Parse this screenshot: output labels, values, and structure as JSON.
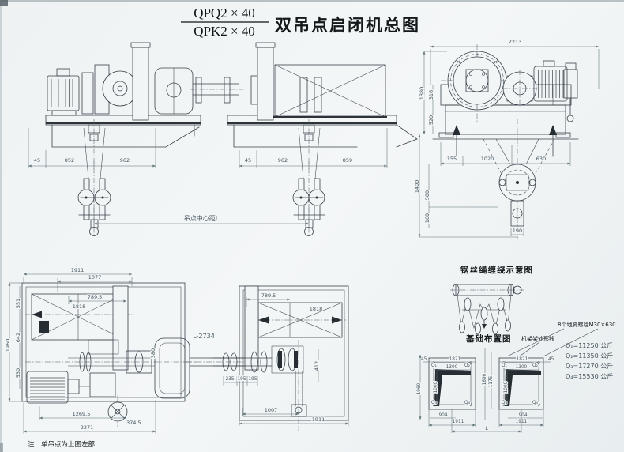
{
  "title_block": {
    "model_upper": "QPQ2 × 40",
    "model_lower": "QPK2 × 40",
    "drawing_title": "双吊点启闭机总图"
  },
  "front_view": {
    "dims_left": [
      "45",
      "852",
      "962"
    ],
    "dims_right": [
      "45",
      "962",
      "859"
    ],
    "center_distance_label": "吊点中心距L"
  },
  "side_view": {
    "dim_width": "2213",
    "dims_vertical": [
      "1380",
      "316",
      "520",
      "1400",
      "500",
      "160"
    ],
    "dims_bottom": [
      "155",
      "1020",
      "630"
    ],
    "dim_hook_width": "190"
  },
  "plan_view": {
    "left_unit": {
      "dim_width": "1911",
      "dim_inner": "1077",
      "dim_drum_half": "789.5",
      "drum_length_label": "1818",
      "dims_vertical": [
        "1960",
        "551",
        "642",
        "530"
      ],
      "dim_coupling": "380",
      "dim_base": "1269.5",
      "dim_overall": "2271",
      "dim_sheave": "374.5"
    },
    "shaft_label": "L-2734",
    "right_unit": {
      "dim_drum_half": "789.5",
      "drum_length_label": "1818",
      "dims_couplings": [
        "235",
        "195",
        "195"
      ],
      "dim_brake": "412",
      "dim_base": "1007",
      "dim_width": "1911"
    },
    "note": "注：单吊点为上图左部"
  },
  "rope_diagram": {
    "title": "钢丝绳缠绕示意图"
  },
  "foundation_plan": {
    "title": "基础布置图",
    "frame_outline_label": "机架架外形线",
    "anchor_bolt_label": "8个地脚螺栓M30×630",
    "loads": [
      "Q₁=11250 公斤",
      "Q₂=11350 公斤",
      "Q₃=17270 公斤",
      "Q₄=15530 公斤"
    ],
    "corner_labels": [
      "Q₁",
      "Q₂",
      "Q₃",
      "Q₄"
    ],
    "dim_edge": "45",
    "dim_bolt_span": "1821",
    "dim_inner_span": "1300",
    "dim_height_inner": "1000",
    "dim_height_outer": "1960",
    "dim_mid_1": "1690",
    "dim_mid_2": "1175",
    "dim_904": "904",
    "dim_1911": "1911",
    "dim_center_distance": "L"
  }
}
